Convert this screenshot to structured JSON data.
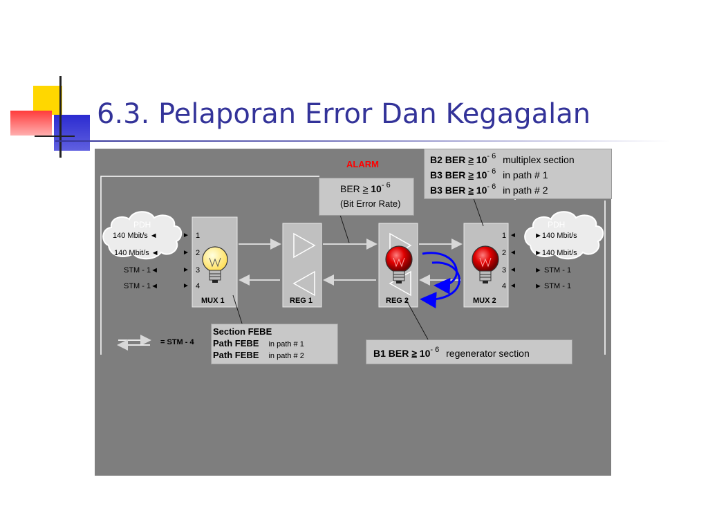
{
  "slide": {
    "title": "6.3. Pelaporan Error Dan Kegagalan"
  },
  "colors": {
    "title": "#333399",
    "panel": "#7e7e7e",
    "alarm": "#ff0000",
    "loop_arrow": "#0000ff"
  },
  "diagram": {
    "alarm_label": "ALARM",
    "ber_callout": {
      "line1": "BER ",
      "ge": "≥",
      "val": " 10",
      "exp": "- 6",
      "line2": "(Bit Error Rate)"
    },
    "multiplex_callout": {
      "rows": [
        {
          "code": "B2  BER ",
          "ge": "≥",
          "val": " 10",
          "exp": "- 6",
          "desc": "multiplex section"
        },
        {
          "code": "B3  BER ",
          "ge": "≥",
          "val": " 10",
          "exp": "- 6",
          "desc": "in path # 1"
        },
        {
          "code": "B3  BER ",
          "ge": "≥",
          "val": " 10",
          "exp": "- 6",
          "desc": "in path # 2"
        }
      ]
    },
    "left_cloud": "PDH",
    "right_cloud": "PDH",
    "left_ports": [
      "140 Mbit/s ◄",
      "140 Mbit/s ◄",
      "STM - 1◄",
      "STM - 1◄"
    ],
    "right_ports": [
      "►140 Mbit/s",
      "►140 Mbit/s",
      "► STM - 1",
      "► STM - 1"
    ],
    "port_numbers": [
      "1",
      "2",
      "3",
      "4"
    ],
    "left_port_arrow": "►",
    "right_port_arrow": "◄",
    "mux1_label": "MUX 1",
    "reg1_label": "REG 1",
    "reg2_label": "REG 2",
    "mux2_label": "MUX 2",
    "legend_label": "= STM - 4",
    "febe_callout": {
      "row1": "Section  FEBE",
      "row2_a": "Path  FEBE",
      "row2_b": "in path # 1",
      "row3_a": "Path  FEBE",
      "row3_b": "in path # 2"
    },
    "b1_callout": {
      "code": "B1 BER ",
      "ge": "≥",
      "val": " 10",
      "exp": "- 6",
      "desc": "regenerator section"
    }
  }
}
